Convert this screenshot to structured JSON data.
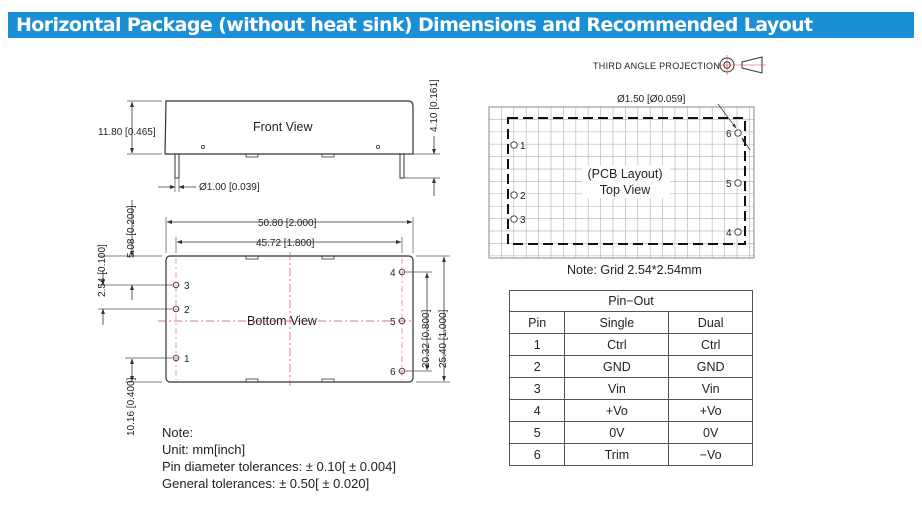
{
  "header": {
    "title": "Horizontal Package (without heat sink) Dimensions and Recommended Layout"
  },
  "projection": {
    "label": "THIRD ANGLE PROJECTION"
  },
  "front_view": {
    "label": "Front View",
    "height_dim": "11.80 [0.465]",
    "pin_length_dim": "4.10 [0.161]",
    "pin_diameter_dim": "Ø1.00 [0.039]"
  },
  "bottom_view": {
    "label": "Bottom View",
    "width_dim": "50.80 [2.000]",
    "pin_span_dim": "45.72 [1.800]",
    "dim_5_08": "5.08 [0.200]",
    "dim_2_54": "2.54 [0.100]",
    "dim_10_16": "10.16 [0.400]",
    "dim_20_32": "20.32 [0.800]",
    "dim_25_40": "25.40 [1.000]",
    "pins": {
      "p1": "1",
      "p2": "2",
      "p3": "3",
      "p4": "4",
      "p5": "5",
      "p6": "6"
    }
  },
  "pcb_layout": {
    "title_line1": "(PCB Layout)",
    "title_line2": "Top View",
    "hole_dim": "Ø1.50 [Ø0.059]",
    "grid_note": "Note: Grid 2.54*2.54mm",
    "pins": {
      "p1": "1",
      "p2": "2",
      "p3": "3",
      "p4": "4",
      "p5": "5",
      "p6": "6"
    }
  },
  "notes": {
    "heading": "Note:",
    "unit": "Unit: mm[inch]",
    "pin_tolerance": "Pin diameter tolerances: ± 0.10[ ± 0.004]",
    "general_tolerance": "General tolerances: ± 0.50[ ± 0.020]"
  },
  "pinout_table": {
    "title": "Pin−Out",
    "headers": [
      "Pin",
      "Single",
      "Dual"
    ],
    "rows": [
      [
        "1",
        "Ctrl",
        "Ctrl"
      ],
      [
        "2",
        "GND",
        "GND"
      ],
      [
        "3",
        "Vin",
        "Vin"
      ],
      [
        "4",
        "+Vo",
        "+Vo"
      ],
      [
        "5",
        "0V",
        "0V"
      ],
      [
        "6",
        "Trim",
        "−Vo"
      ]
    ]
  },
  "colors": {
    "header_bg": "#1a8fd6",
    "header_text": "#ffffff",
    "centerline": "#d04a4a",
    "line": "#333333",
    "grid": "#bbbbbb"
  }
}
